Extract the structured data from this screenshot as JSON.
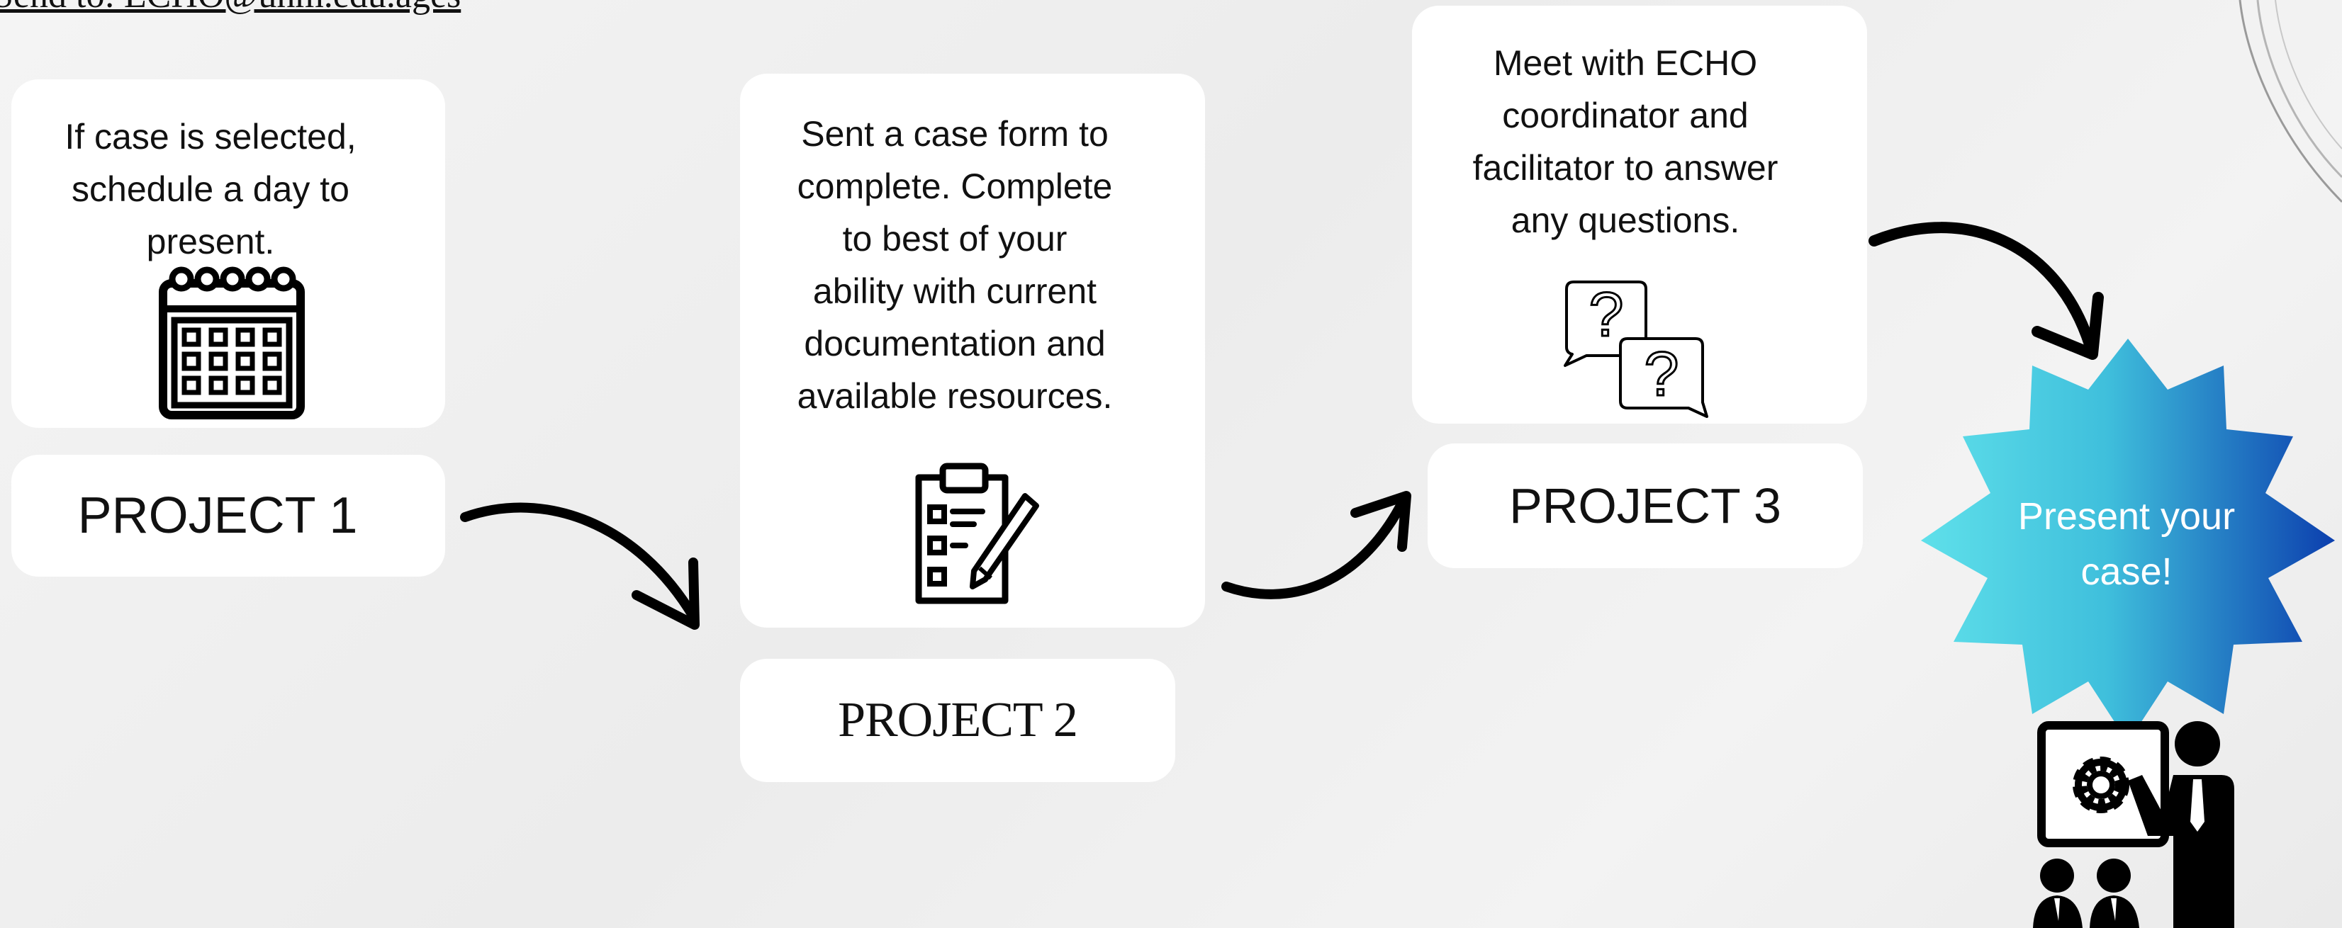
{
  "header": {
    "cut_text": "Send to: ECHO@unm.edu.ages"
  },
  "steps": [
    {
      "description": "If case is selected,\nschedule a day to\npresent.",
      "label": "PROJECT 1"
    },
    {
      "description": "Sent a case form to\ncomplete. Complete\nto best of your\nability with current\ndocumentation and\navailable resources.",
      "label": "PROJECT 2"
    },
    {
      "description": "Meet with ECHO\ncoordinator and\nfacilitator to answer\nany questions.",
      "label": "PROJECT 3"
    }
  ],
  "final": {
    "text": "Present your\ncase!",
    "gradient": [
      "#5fe0ea",
      "#0c3fae"
    ]
  },
  "colors": {
    "card": "#ffffff",
    "ink": "#111111",
    "background": "#efefef"
  },
  "icons": [
    "calendar-icon",
    "checklist-pencil-icon",
    "question-bubbles-icon",
    "presenter-audience-icon"
  ]
}
